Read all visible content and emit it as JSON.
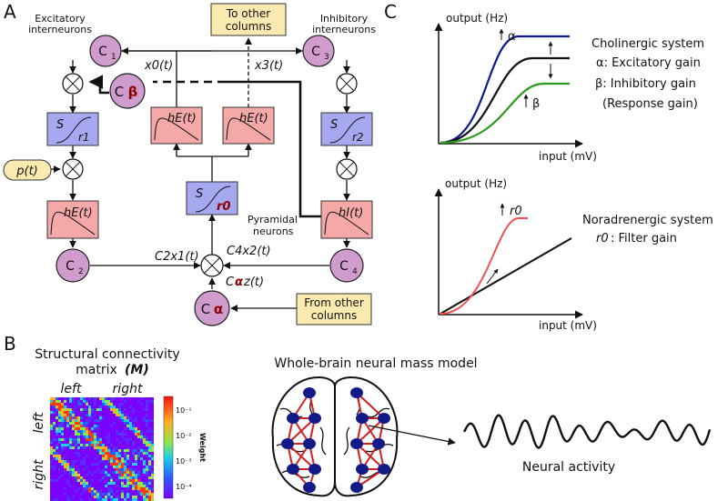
{
  "panel_labels": {
    "a": "A",
    "b": "B",
    "c": "C"
  },
  "panel_a": {
    "excitatory_label_1": "Excitatory",
    "excitatory_label_2": "interneurons",
    "inhibitory_label_1": "Inhibitory",
    "inhibitory_label_2": "interneurons",
    "to_other_1": "To other",
    "to_other_2": "columns",
    "from_other_1": "From other",
    "from_other_2": "columns",
    "pyramidal_1": "Pyramidal",
    "pyramidal_2": "neurons",
    "c1": "C",
    "c1_sub": "1",
    "c2": "C",
    "c2_sub": "2",
    "c3": "C",
    "c3_sub": "3",
    "c4": "C",
    "c4_sub": "4",
    "c_beta_c": "C",
    "c_beta_sym": "β",
    "c_alpha_c": "C",
    "c_alpha_sym": "α",
    "x0_label": "x0(t)",
    "x3_label": "x3(t)",
    "he_label": "hE(t)",
    "hi_label": "hI(t)",
    "s_label": "S",
    "r1_label": "r1",
    "r2_label": "r2",
    "r0_label": "r0",
    "p_label": "p(t)",
    "c2x1_label": "C2x1(t)",
    "c4x2_label": "C4x2(t)",
    "calpha_z_c": "C",
    "calpha_z_sym": "α",
    "calpha_z_rest": "z(t)"
  },
  "panel_b": {
    "sc_title_1": "Structural connectivity",
    "sc_title_2": "matrix",
    "sc_title_m": "(M)",
    "left": "left",
    "right": "right",
    "colorbar_ticks": [
      "10⁻¹",
      "10⁻²",
      "10⁻³",
      "10⁻⁴"
    ],
    "colorbar_label": "Weight",
    "wbm_title": "Whole-brain neural mass model",
    "neural_activity": "Neural activity"
  },
  "panel_c": {
    "output_label": "output (Hz)",
    "input_label": "input (mV)",
    "cholinergic_title": "Cholinergic system",
    "alpha_line": "α: Excitatory gain",
    "beta_line": "β: Inhibitory gain",
    "response_line": "(Response gain)",
    "alpha_arrow": "α",
    "beta_arrow": "β",
    "noradrenergic_title": "Noradrenergic system",
    "r0_line_sym": "r0",
    "r0_line_rest": ": Filter gain",
    "r0_arrow": "r0"
  },
  "colors": {
    "node_fill": "#cf9ccd",
    "node_stroke": "#222222",
    "h_box": "#f4a8a8",
    "s_box": "#a7a9f0",
    "note_box": "#fbeab0",
    "accent_red": "#8b0000",
    "curve_blue": "#0b1a8c",
    "curve_green": "#2c9a1e",
    "curve_red": "#f05252"
  }
}
